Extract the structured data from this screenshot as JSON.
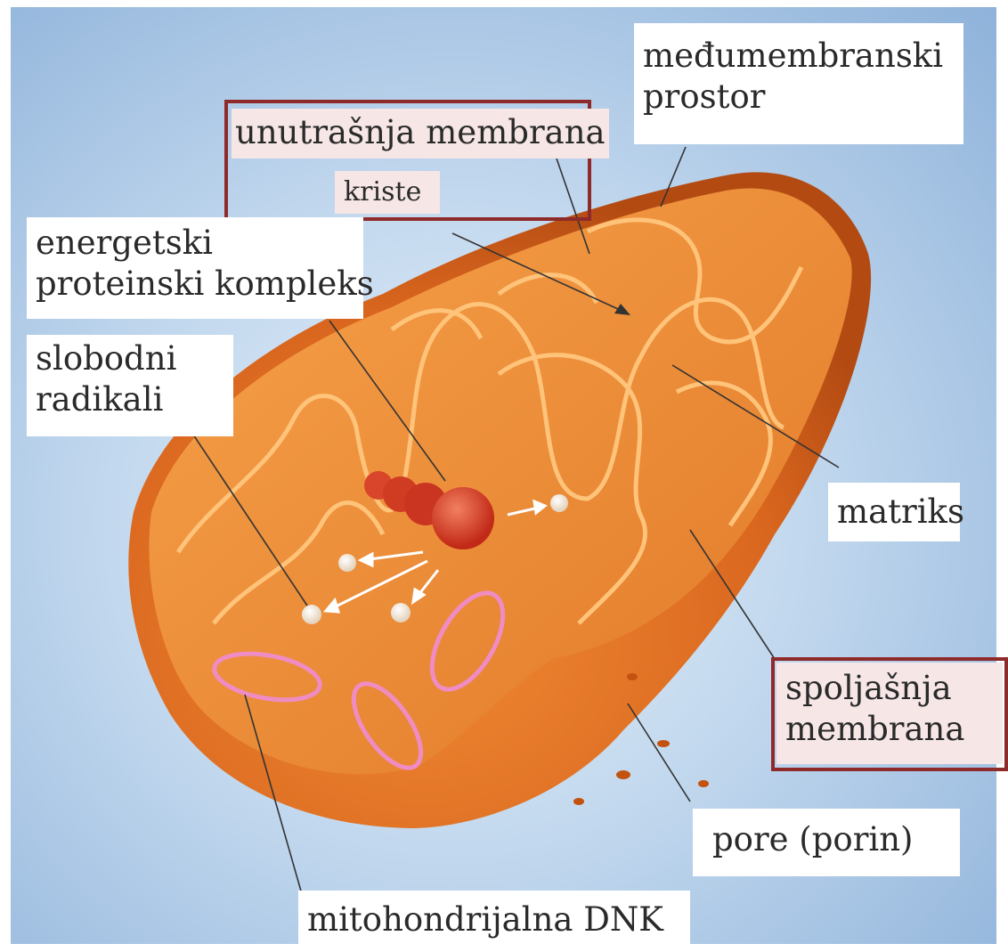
{
  "labels": {
    "medumembranski": [
      "međumembranski",
      "prostor"
    ],
    "unutrasnja": "unutrašnja membrana",
    "kriste": "kriste",
    "energetski": [
      "energetski",
      "proteinski kompleks"
    ],
    "slobodni": [
      "slobodni",
      "radikali"
    ],
    "matriks": "matriks",
    "spoljasnja": [
      "spoljašnja",
      "membrana"
    ],
    "pore": "pore  (porin)",
    "dnk": "mitohondrijalna DNK"
  },
  "colors": {
    "background": "#a9c6e6",
    "outer_membrane": "#d9661e",
    "inner_membrane": "#f4a04a",
    "dna": "#f08cc4",
    "frame": "#8e2a2a"
  }
}
